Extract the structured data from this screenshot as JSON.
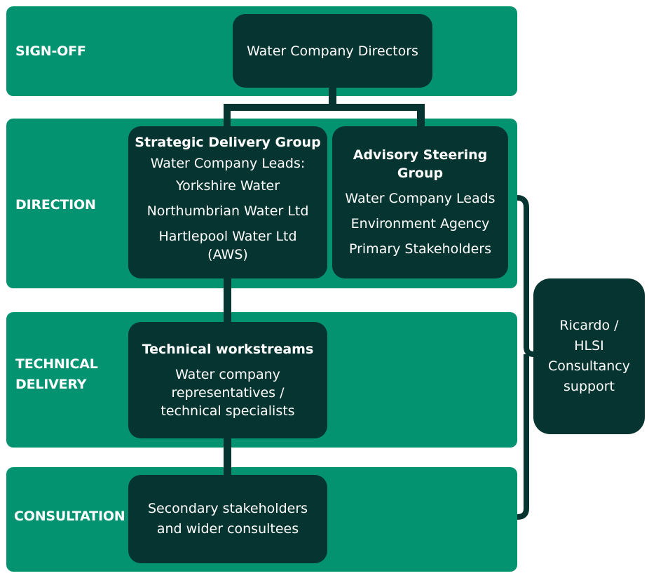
{
  "bands": {
    "signoff": "SIGN-OFF",
    "direction": "DIRECTION",
    "technical_1": "TECHNICAL",
    "technical_2": "DELIVERY",
    "consultation": "CONSULTATION"
  },
  "boxes": {
    "directors": {
      "line1": "Water Company Directors"
    },
    "sdg": {
      "title": "Strategic Delivery Group",
      "lines": [
        "Water Company Leads:",
        "Yorkshire Water",
        "Northumbrian Water Ltd",
        "Hartlepool Water Ltd",
        "(AWS)"
      ]
    },
    "asg": {
      "title_1": "Advisory Steering",
      "title_2": "Group",
      "lines": [
        "Water Company Leads",
        "Environment Agency",
        "Primary Stakeholders"
      ]
    },
    "tech": {
      "title": "Technical workstreams",
      "lines": [
        "Water company",
        "representatives /",
        "technical specialists"
      ]
    },
    "consult": {
      "lines": [
        "Secondary stakeholders",
        "and wider consultees"
      ]
    },
    "ricardo": {
      "lines": [
        "Ricardo /",
        "HLSI",
        "Consultancy",
        "support"
      ]
    }
  },
  "colors": {
    "band_green": "#049370",
    "box_dark": "#063431",
    "text": "#ffffff"
  }
}
